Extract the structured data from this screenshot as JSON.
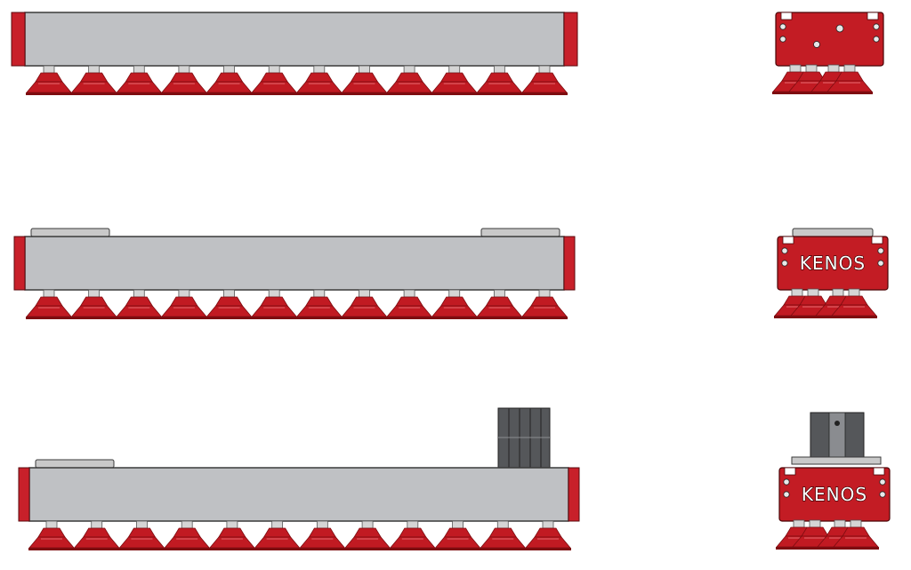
{
  "brand": {
    "logo_text": "KENOS"
  },
  "colors": {
    "bar_fill": "#bfc1c4",
    "bar_stroke": "#3a3a3a",
    "end_cap": "#c8202a",
    "cup": "#c11a22",
    "cup_dark": "#7d0c10",
    "fitting": "#d5d5d5",
    "head_red": "#c31c24",
    "flange": "#c9c9c9",
    "valve": "#55575a",
    "valve_light": "#8a8c90"
  },
  "views": [
    {
      "id": "variant-1",
      "cups_side": 12,
      "has_flanges": false,
      "has_valve": false,
      "has_logo": false
    },
    {
      "id": "variant-2",
      "cups_side": 12,
      "has_flanges": true,
      "has_valve": false,
      "has_logo": true
    },
    {
      "id": "variant-3",
      "cups_side": 12,
      "has_flanges": true,
      "has_valve": true,
      "has_logo": true
    }
  ]
}
